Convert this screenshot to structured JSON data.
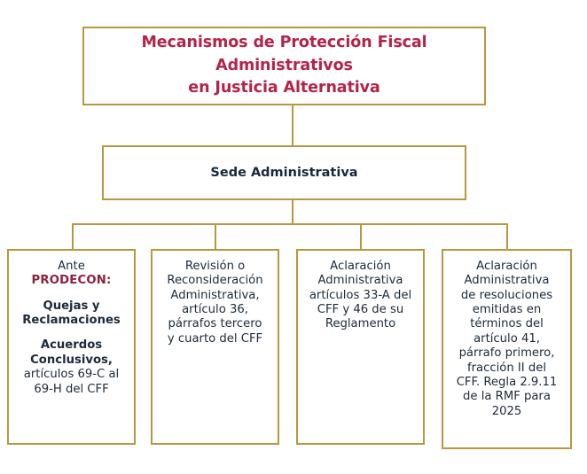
{
  "diagram": {
    "title_box": {
      "lines": [
        "Mecanismos de Protección Fiscal Administrativos",
        "en Justicia Alternativa"
      ],
      "color": "#b5234a"
    },
    "level2_box": {
      "label": "Sede Administrativa",
      "color": "#18283c"
    },
    "leaves": [
      {
        "name": "ante-prodecon",
        "lines": [
          {
            "text": "Ante",
            "style": "regular"
          },
          {
            "text": "PRODECON:",
            "style": "accent"
          },
          {
            "text": "",
            "style": "gap"
          },
          {
            "text": "Quejas y",
            "style": "bold"
          },
          {
            "text": "Reclamaciones",
            "style": "bold"
          },
          {
            "text": "",
            "style": "gap"
          },
          {
            "text": "Acuerdos",
            "style": "bold"
          },
          {
            "text": "Conclusivos,",
            "style": "bold"
          },
          {
            "text": "artículos 69-C al",
            "style": "regular"
          },
          {
            "text": "69-H del CFF",
            "style": "regular"
          }
        ]
      },
      {
        "name": "revision-reconsideracion",
        "lines": [
          {
            "text": "Revisión o",
            "style": "regular"
          },
          {
            "text": "Reconsideración",
            "style": "regular"
          },
          {
            "text": "Administrativa,",
            "style": "regular"
          },
          {
            "text": "artículo 36,",
            "style": "regular"
          },
          {
            "text": "párrafos tercero",
            "style": "regular"
          },
          {
            "text": "y cuarto del CFF",
            "style": "regular"
          }
        ]
      },
      {
        "name": "aclaracion-33a",
        "lines": [
          {
            "text": "Aclaración",
            "style": "regular"
          },
          {
            "text": "Administrativa",
            "style": "regular"
          },
          {
            "text": "artículos 33-A del",
            "style": "regular"
          },
          {
            "text": "CFF y 46 de su",
            "style": "regular"
          },
          {
            "text": "Reglamento",
            "style": "regular"
          }
        ]
      },
      {
        "name": "aclaracion-41",
        "lines": [
          {
            "text": "Aclaración",
            "style": "regular"
          },
          {
            "text": "Administrativa",
            "style": "regular"
          },
          {
            "text": "de resoluciones",
            "style": "regular"
          },
          {
            "text": "emitidas en",
            "style": "regular"
          },
          {
            "text": "términos del",
            "style": "regular"
          },
          {
            "text": "artículo 41,",
            "style": "regular"
          },
          {
            "text": "párrafo primero,",
            "style": "regular"
          },
          {
            "text": "fracción II del",
            "style": "regular"
          },
          {
            "text": "CFF. Regla 2.9.11",
            "style": "regular"
          },
          {
            "text": "de la RMF para",
            "style": "regular"
          },
          {
            "text": "2025",
            "style": "regular"
          }
        ]
      }
    ],
    "colors": {
      "border": "#b8973f",
      "title_text": "#b5234a",
      "accent_text": "#8e2040",
      "body_text": "#1c2a3a",
      "background": "#ffffff"
    }
  }
}
